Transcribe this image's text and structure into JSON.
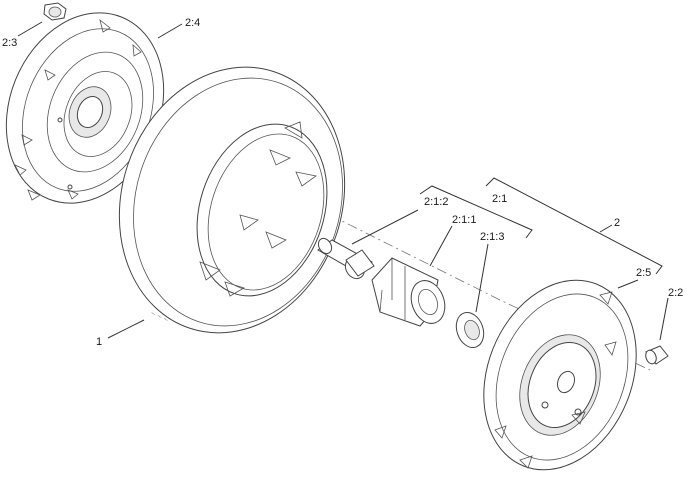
{
  "callouts": {
    "c2_3": "2:3",
    "c2_4": "2:4",
    "c1": "1",
    "c2_1_2": "2:1:2",
    "c2_1": "2:1",
    "c2_1_1": "2:1:1",
    "c2_1_3": "2:1:3",
    "c2": "2",
    "c2_5": "2:5",
    "c2_2": "2:2"
  }
}
